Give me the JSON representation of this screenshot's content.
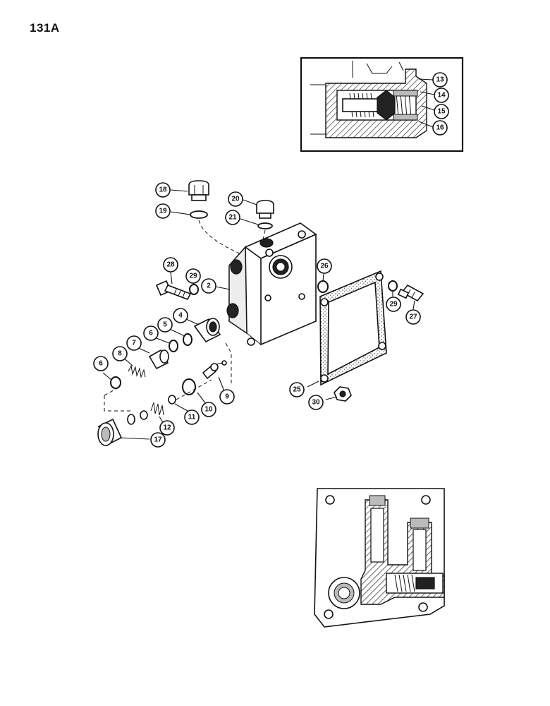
{
  "page_number": "131A",
  "callouts": [
    "13",
    "14",
    "15",
    "16",
    "18",
    "20",
    "19",
    "21",
    "28",
    "29",
    "2",
    "26",
    "29",
    "27",
    "4",
    "5",
    "6",
    "7",
    "8",
    "6",
    "9",
    "10",
    "11",
    "12",
    "17",
    "25",
    "30"
  ]
}
